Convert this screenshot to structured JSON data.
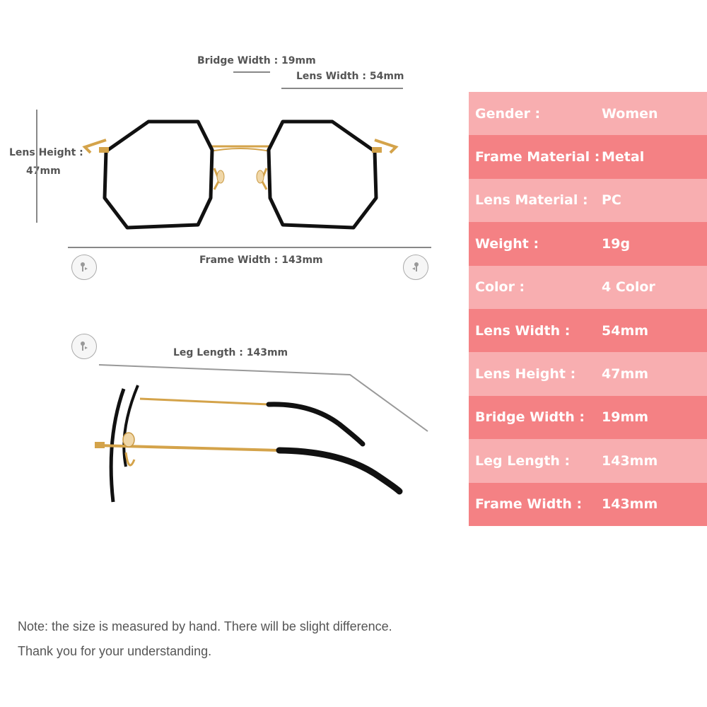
{
  "dimensions": {
    "bridge_width": "Bridge Width : 19mm",
    "lens_width": "Lens Width : 54mm",
    "lens_height_line1": "Lens Height :",
    "lens_height_line2": "47mm",
    "frame_width": "Frame Width : 143mm",
    "leg_length": "Leg Length : 143mm"
  },
  "specs": [
    {
      "label": "Gender :",
      "value": "Women"
    },
    {
      "label": "Frame Material :",
      "value": "Metal"
    },
    {
      "label": "Lens Material :",
      "value": "PC"
    },
    {
      "label": "Weight :",
      "value": "19g"
    },
    {
      "label": "Color :",
      "value": "4 Color"
    },
    {
      "label": "Lens Width :",
      "value": "54mm"
    },
    {
      "label": "Lens Height :",
      "value": "47mm"
    },
    {
      "label": "Bridge Width :",
      "value": "19mm"
    },
    {
      "label": "Leg Length :",
      "value": "143mm"
    },
    {
      "label": "Frame Width :",
      "value": "143mm"
    }
  ],
  "note": {
    "line1": "Note: the size is measured by hand. There will be slight difference.",
    "line2": "Thank you for your understanding."
  },
  "colors": {
    "row_light": "#f8aeb0",
    "row_dark": "#f48184",
    "frame_black": "#111111",
    "frame_gold": "#d4a34a"
  },
  "icons": [
    "screw-icon"
  ]
}
